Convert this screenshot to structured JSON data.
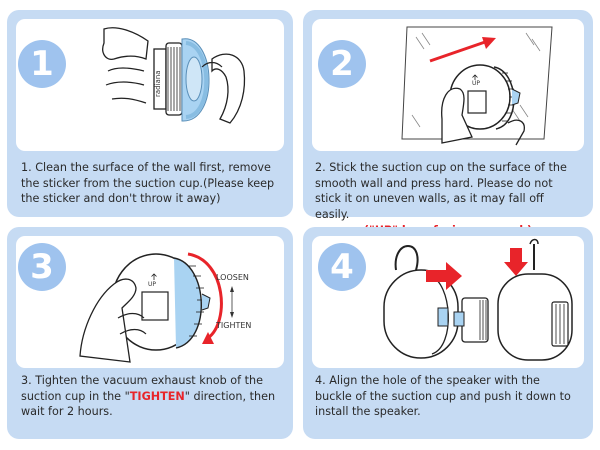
{
  "steps": [
    {
      "number": "1",
      "text": "1. Clean the surface of the wall first, remove the sticker from the suction cup.(Please keep the sticker and don't throw it away)"
    },
    {
      "number": "2",
      "text": "2. Stick the suction cup on the surface of the smooth wall and press hard. Please do not stick it on uneven walls, as it may fall off easily.",
      "highlight": "(\"UP\" logo facing upward )"
    },
    {
      "number": "3",
      "text_before": "3. Tighten the vacuum exhaust knob of the suction cup in the \"",
      "highlight": "TIGHTEN",
      "text_after": "\" direction, then wait for 2 hours.",
      "labels": {
        "loosen": "LOOSEN",
        "tighten": "TIGHTEN"
      }
    },
    {
      "number": "4",
      "text": "4. Align the hole of the speaker with the buckle of the suction cup and push it down to install the speaker."
    }
  ],
  "illustration_text": {
    "up_mark": "UP",
    "brand": "radiana"
  },
  "colors": {
    "panel": "#c6dbf3",
    "badge": "#9fc3ee",
    "accent_red": "#e8242a",
    "cup_blue": "#a9d3f2"
  }
}
